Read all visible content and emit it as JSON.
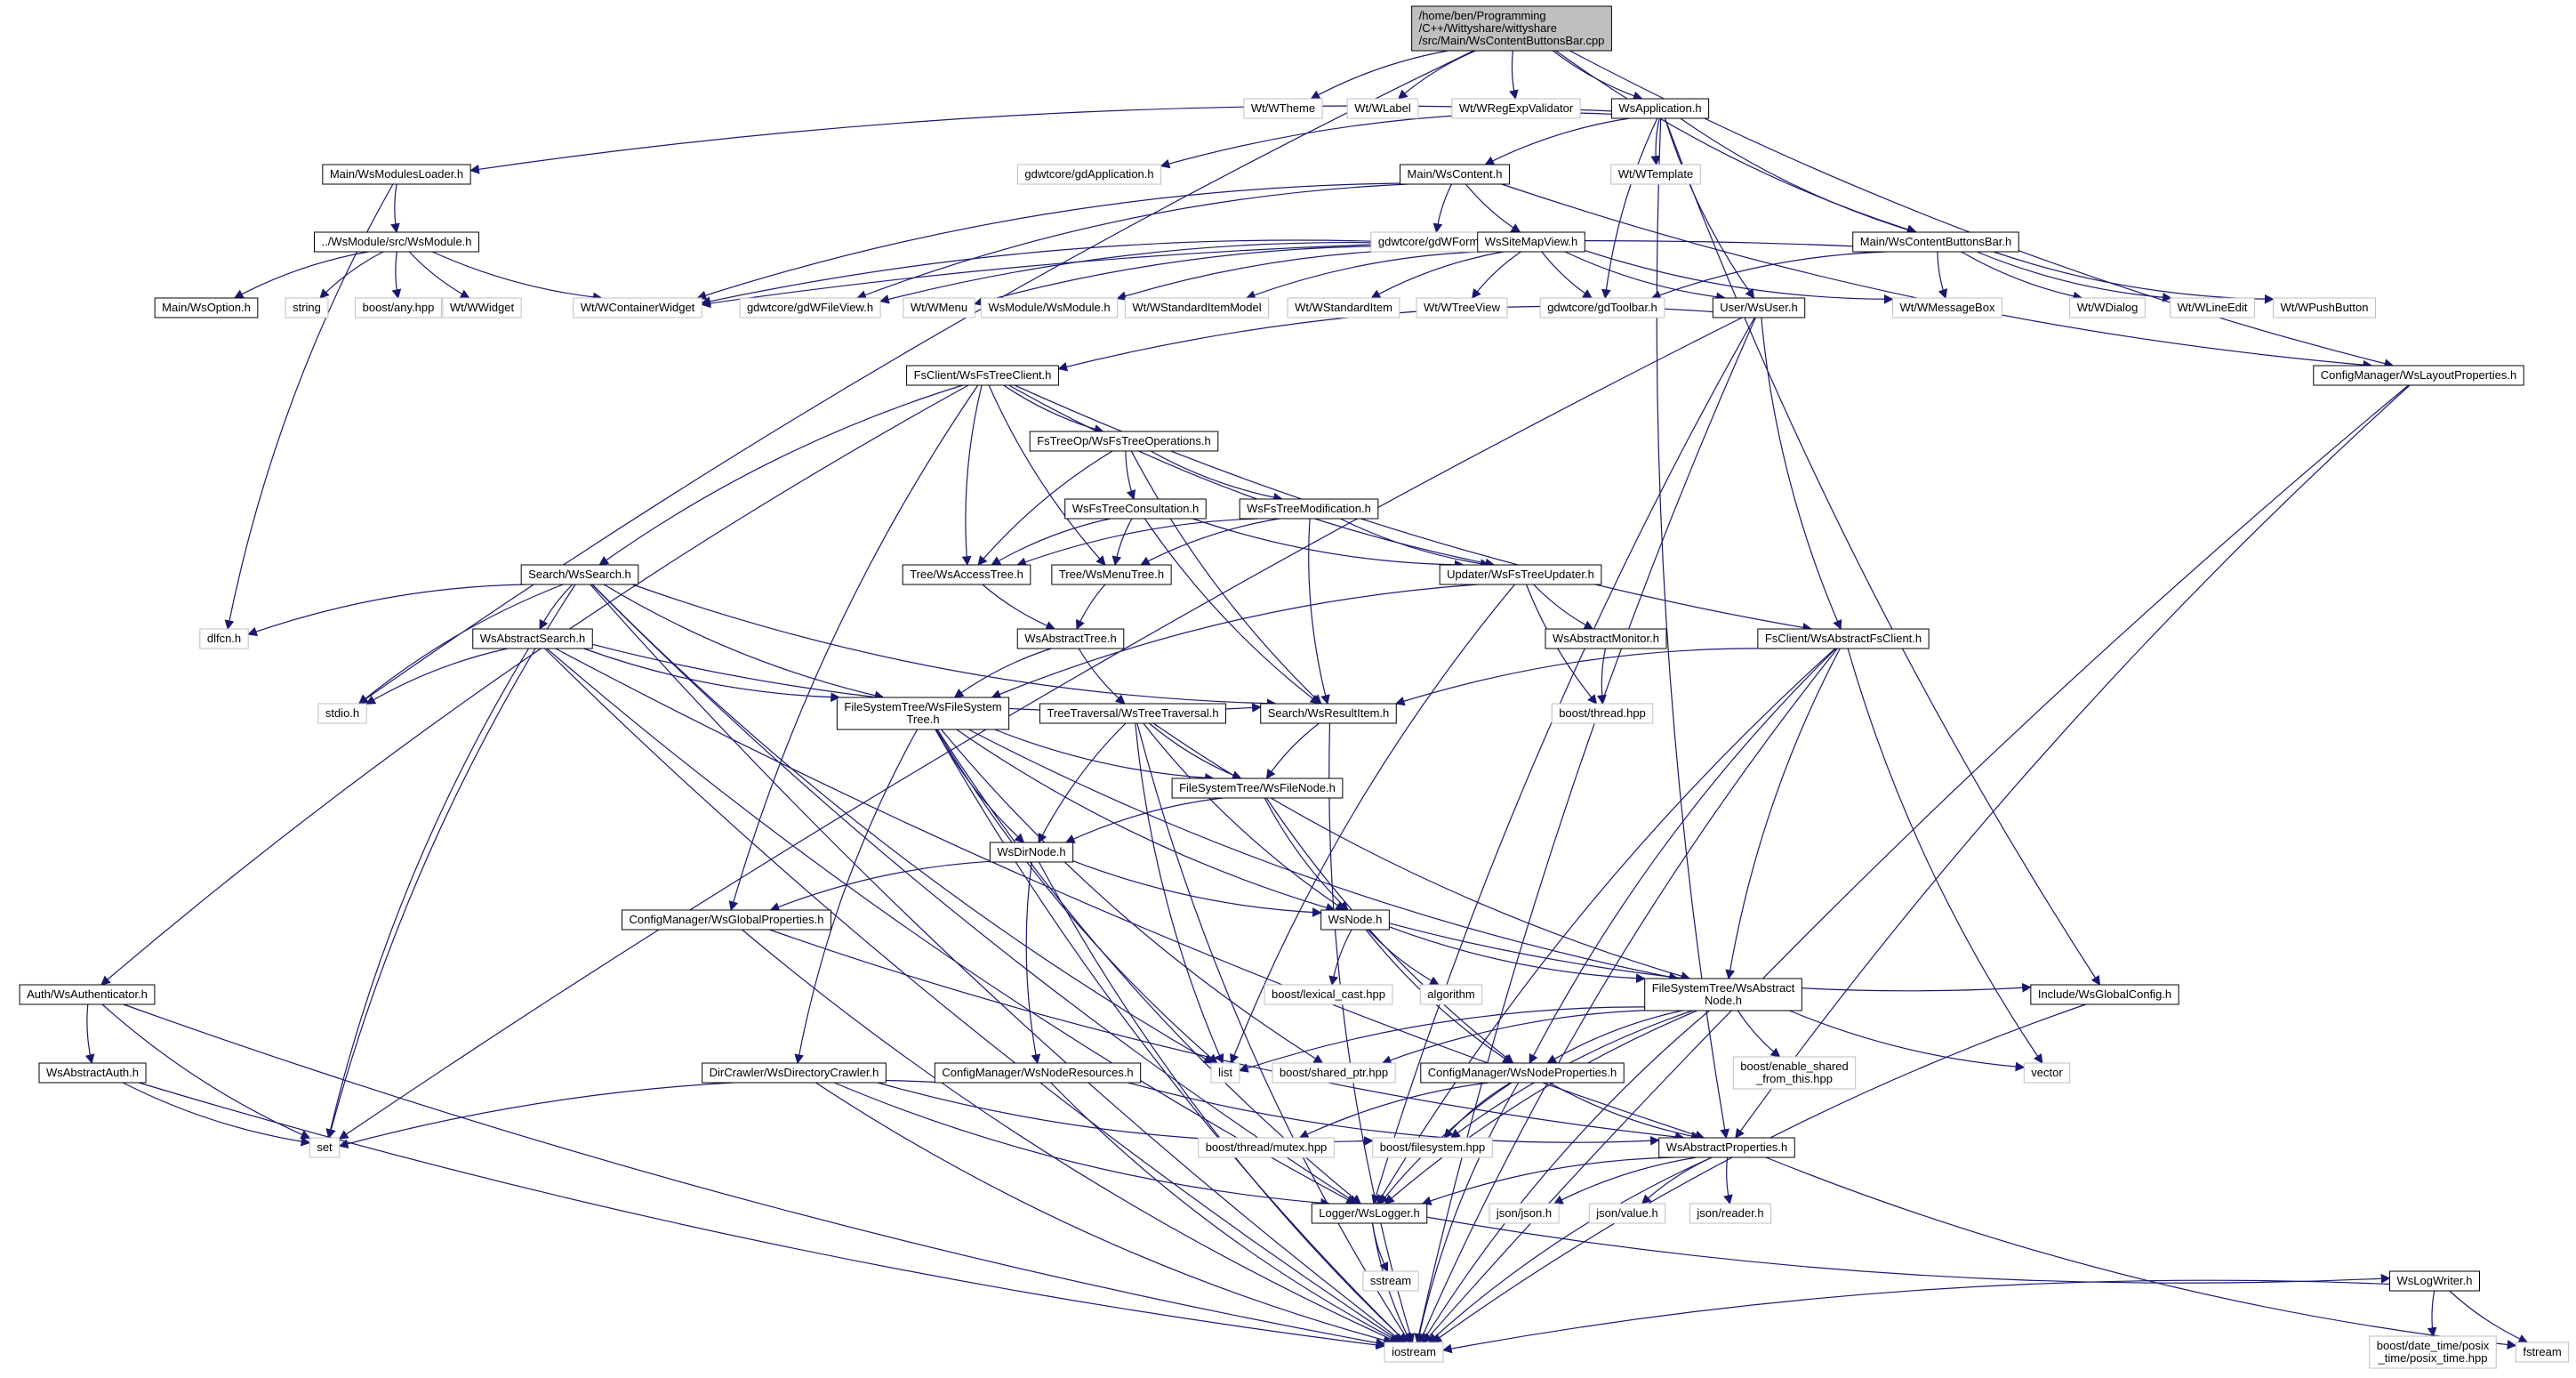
{
  "title": "",
  "colors": {
    "edge": "#191970",
    "node_border": "#000000",
    "external_border": "#bfbfbf",
    "root_fill": "#bfbfbf",
    "text": "#000000"
  },
  "nodes": [
    {
      "id": "root",
      "label": [
        "/home/ben/Programming",
        "/C++/Wittyshare/wittyshare",
        "/src/Main/WsContentButtonsBar.cpp"
      ],
      "kind": "root"
    },
    {
      "id": "wtheme",
      "label": [
        "Wt/WTheme"
      ],
      "kind": "ext"
    },
    {
      "id": "wlabel",
      "label": [
        "Wt/WLabel"
      ],
      "kind": "ext"
    },
    {
      "id": "wregexp",
      "label": [
        "Wt/WRegExpValidator"
      ],
      "kind": "ext"
    },
    {
      "id": "wsapp",
      "label": [
        "WsApplication.h"
      ],
      "kind": "int"
    },
    {
      "id": "modloader",
      "label": [
        "Main/WsModulesLoader.h"
      ],
      "kind": "int"
    },
    {
      "id": "gdapp",
      "label": [
        "gdwtcore/gdApplication.h"
      ],
      "kind": "ext"
    },
    {
      "id": "wscontent",
      "label": [
        "Main/WsContent.h"
      ],
      "kind": "int"
    },
    {
      "id": "wtemplate",
      "label": [
        "Wt/WTemplate"
      ],
      "kind": "ext"
    },
    {
      "id": "wscbb",
      "label": [
        "Main/WsContentButtonsBar.h"
      ],
      "kind": "int"
    },
    {
      "id": "wsmodule",
      "label": [
        "../WsModule/src/WsModule.h"
      ],
      "kind": "int"
    },
    {
      "id": "gdwform",
      "label": [
        "gdwtcore/gdWForm.h"
      ],
      "kind": "ext"
    },
    {
      "id": "sitemap",
      "label": [
        "WsSiteMapView.h"
      ],
      "kind": "int"
    },
    {
      "id": "wsoption",
      "label": [
        "Main/WsOption.h"
      ],
      "kind": "int"
    },
    {
      "id": "string",
      "label": [
        "string"
      ],
      "kind": "ext"
    },
    {
      "id": "boostany",
      "label": [
        "boost/any.hpp"
      ],
      "kind": "ext"
    },
    {
      "id": "wwidget",
      "label": [
        "Wt/WWidget"
      ],
      "kind": "ext"
    },
    {
      "id": "wcontainer",
      "label": [
        "Wt/WContainerWidget"
      ],
      "kind": "ext"
    },
    {
      "id": "gdfileview",
      "label": [
        "gdwtcore/gdWFileView.h"
      ],
      "kind": "ext"
    },
    {
      "id": "wmenu",
      "label": [
        "Wt/WMenu"
      ],
      "kind": "ext"
    },
    {
      "id": "wsmodmod",
      "label": [
        "WsModule/WsModule.h"
      ],
      "kind": "ext"
    },
    {
      "id": "wsim",
      "label": [
        "Wt/WStandardItemModel"
      ],
      "kind": "ext"
    },
    {
      "id": "wsi",
      "label": [
        "Wt/WStandardItem"
      ],
      "kind": "ext"
    },
    {
      "id": "wtreeview",
      "label": [
        "Wt/WTreeView"
      ],
      "kind": "ext"
    },
    {
      "id": "gdtoolbar",
      "label": [
        "gdwtcore/gdToolbar.h"
      ],
      "kind": "ext"
    },
    {
      "id": "wsuser",
      "label": [
        "User/WsUser.h"
      ],
      "kind": "int"
    },
    {
      "id": "wmsgbox",
      "label": [
        "Wt/WMessageBox"
      ],
      "kind": "ext"
    },
    {
      "id": "wdialog",
      "label": [
        "Wt/WDialog"
      ],
      "kind": "ext"
    },
    {
      "id": "wlineedit",
      "label": [
        "Wt/WLineEdit"
      ],
      "kind": "ext"
    },
    {
      "id": "wpushbtn",
      "label": [
        "Wt/WPushButton"
      ],
      "kind": "ext"
    },
    {
      "id": "layoutprops",
      "label": [
        "ConfigManager/WsLayoutProperties.h"
      ],
      "kind": "int"
    },
    {
      "id": "fstreeclient",
      "label": [
        "FsClient/WsFsTreeClient.h"
      ],
      "kind": "int"
    },
    {
      "id": "fstreeops",
      "label": [
        "FsTreeOp/WsFsTreeOperations.h"
      ],
      "kind": "int"
    },
    {
      "id": "fsconsult",
      "label": [
        "WsFsTreeConsultation.h"
      ],
      "kind": "int"
    },
    {
      "id": "fsmodif",
      "label": [
        "WsFsTreeModification.h"
      ],
      "kind": "int"
    },
    {
      "id": "accesstree",
      "label": [
        "Tree/WsAccessTree.h"
      ],
      "kind": "int"
    },
    {
      "id": "menutree",
      "label": [
        "Tree/WsMenuTree.h"
      ],
      "kind": "int"
    },
    {
      "id": "updater",
      "label": [
        "Updater/WsFsTreeUpdater.h"
      ],
      "kind": "int"
    },
    {
      "id": "search",
      "label": [
        "Search/WsSearch.h"
      ],
      "kind": "int"
    },
    {
      "id": "dlfcn",
      "label": [
        "dlfcn.h"
      ],
      "kind": "ext"
    },
    {
      "id": "abstractsearch",
      "label": [
        "WsAbstractSearch.h"
      ],
      "kind": "int"
    },
    {
      "id": "abstracttree",
      "label": [
        "WsAbstractTree.h"
      ],
      "kind": "int"
    },
    {
      "id": "absmonitor",
      "label": [
        "WsAbstractMonitor.h"
      ],
      "kind": "int"
    },
    {
      "id": "absfsclient",
      "label": [
        "FsClient/WsAbstractFsClient.h"
      ],
      "kind": "int"
    },
    {
      "id": "stdio",
      "label": [
        "stdio.h"
      ],
      "kind": "ext"
    },
    {
      "id": "fstree",
      "label": [
        "FileSystemTree/WsFileSystem",
        "Tree.h"
      ],
      "kind": "int"
    },
    {
      "id": "treetrav",
      "label": [
        "TreeTraversal/WsTreeTraversal.h"
      ],
      "kind": "int"
    },
    {
      "id": "resultitem",
      "label": [
        "Search/WsResultItem.h"
      ],
      "kind": "int"
    },
    {
      "id": "boostthread",
      "label": [
        "boost/thread.hpp"
      ],
      "kind": "ext"
    },
    {
      "id": "filenode",
      "label": [
        "FileSystemTree/WsFileNode.h"
      ],
      "kind": "int"
    },
    {
      "id": "dirnode",
      "label": [
        "WsDirNode.h"
      ],
      "kind": "int"
    },
    {
      "id": "globalprops",
      "label": [
        "ConfigManager/WsGlobalProperties.h"
      ],
      "kind": "int"
    },
    {
      "id": "wsnode",
      "label": [
        "WsNode.h"
      ],
      "kind": "int"
    },
    {
      "id": "authent",
      "label": [
        "Auth/WsAuthenticator.h"
      ],
      "kind": "int"
    },
    {
      "id": "lexcast",
      "label": [
        "boost/lexical_cast.hpp"
      ],
      "kind": "ext"
    },
    {
      "id": "algorithm",
      "label": [
        "algorithm"
      ],
      "kind": "ext"
    },
    {
      "id": "absnode",
      "label": [
        "FileSystemTree/WsAbstract",
        "Node.h"
      ],
      "kind": "int"
    },
    {
      "id": "globalconfig",
      "label": [
        "Include/WsGlobalConfig.h"
      ],
      "kind": "int"
    },
    {
      "id": "absauth",
      "label": [
        "WsAbstractAuth.h"
      ],
      "kind": "int"
    },
    {
      "id": "dircrawler",
      "label": [
        "DirCrawler/WsDirectoryCrawler.h"
      ],
      "kind": "int"
    },
    {
      "id": "noderes",
      "label": [
        "ConfigManager/WsNodeResources.h"
      ],
      "kind": "int"
    },
    {
      "id": "list",
      "label": [
        "list"
      ],
      "kind": "ext"
    },
    {
      "id": "sharedptr",
      "label": [
        "boost/shared_ptr.hpp"
      ],
      "kind": "ext"
    },
    {
      "id": "nodeprops",
      "label": [
        "ConfigManager/WsNodeProperties.h"
      ],
      "kind": "int"
    },
    {
      "id": "enableshared",
      "label": [
        "boost/enable_shared",
        "_from_this.hpp"
      ],
      "kind": "ext"
    },
    {
      "id": "vector",
      "label": [
        "vector"
      ],
      "kind": "ext"
    },
    {
      "id": "set",
      "label": [
        "set"
      ],
      "kind": "ext"
    },
    {
      "id": "mutex",
      "label": [
        "boost/thread/mutex.hpp"
      ],
      "kind": "ext"
    },
    {
      "id": "filesystem",
      "label": [
        "boost/filesystem.hpp"
      ],
      "kind": "ext"
    },
    {
      "id": "absprops",
      "label": [
        "WsAbstractProperties.h"
      ],
      "kind": "int"
    },
    {
      "id": "jsonjson",
      "label": [
        "json/json.h"
      ],
      "kind": "ext"
    },
    {
      "id": "jsonvalue",
      "label": [
        "json/value.h"
      ],
      "kind": "ext"
    },
    {
      "id": "jsonreader",
      "label": [
        "json/reader.h"
      ],
      "kind": "ext"
    },
    {
      "id": "logger",
      "label": [
        "Logger/WsLogger.h"
      ],
      "kind": "int"
    },
    {
      "id": "sstream",
      "label": [
        "sstream"
      ],
      "kind": "ext"
    },
    {
      "id": "logwriter",
      "label": [
        "WsLogWriter.h"
      ],
      "kind": "int"
    },
    {
      "id": "posixtime",
      "label": [
        "boost/date_time/posix",
        "_time/posix_time.hpp"
      ],
      "kind": "ext"
    },
    {
      "id": "fstream",
      "label": [
        "fstream"
      ],
      "kind": "ext"
    },
    {
      "id": "iostream",
      "label": [
        "iostream"
      ],
      "kind": "ext"
    }
  ],
  "edges": [
    [
      "root",
      "wtheme"
    ],
    [
      "root",
      "wlabel"
    ],
    [
      "root",
      "wregexp"
    ],
    [
      "root",
      "wsapp"
    ],
    [
      "root",
      "wscbb"
    ],
    [
      "root",
      "layoutprops"
    ],
    [
      "root",
      "stdio"
    ],
    [
      "wsapp",
      "modloader"
    ],
    [
      "wsapp",
      "gdapp"
    ],
    [
      "wsapp",
      "wscontent"
    ],
    [
      "wsapp",
      "wtemplate"
    ],
    [
      "wsapp",
      "wscbb"
    ],
    [
      "wsapp",
      "wsuser"
    ],
    [
      "wsapp",
      "gdtoolbar"
    ],
    [
      "wsapp",
      "globalconfig"
    ],
    [
      "wsapp",
      "absprops"
    ],
    [
      "modloader",
      "wsmodule"
    ],
    [
      "modloader",
      "dlfcn"
    ],
    [
      "wsmodule",
      "wsoption"
    ],
    [
      "wsmodule",
      "string"
    ],
    [
      "wsmodule",
      "boostany"
    ],
    [
      "wsmodule",
      "wwidget"
    ],
    [
      "wsmodule",
      "wcontainer"
    ],
    [
      "wscontent",
      "gdwform"
    ],
    [
      "wscontent",
      "sitemap"
    ],
    [
      "wscontent",
      "wcontainer"
    ],
    [
      "wscontent",
      "gdfileview"
    ],
    [
      "wscontent",
      "layoutprops"
    ],
    [
      "sitemap",
      "wcontainer"
    ],
    [
      "sitemap",
      "gdfileview"
    ],
    [
      "sitemap",
      "wmenu"
    ],
    [
      "sitemap",
      "wsmodmod"
    ],
    [
      "sitemap",
      "wsim"
    ],
    [
      "sitemap",
      "wsi"
    ],
    [
      "sitemap",
      "wtreeview"
    ],
    [
      "sitemap",
      "gdtoolbar"
    ],
    [
      "sitemap",
      "wsuser"
    ],
    [
      "sitemap",
      "wmsgbox"
    ],
    [
      "wscbb",
      "wcontainer"
    ],
    [
      "wscbb",
      "gdtoolbar"
    ],
    [
      "wscbb",
      "wmsgbox"
    ],
    [
      "wscbb",
      "wdialog"
    ],
    [
      "wscbb",
      "wlineedit"
    ],
    [
      "wscbb",
      "wpushbtn"
    ],
    [
      "wsuser",
      "fstreeclient"
    ],
    [
      "wsuser",
      "absfsclient"
    ],
    [
      "wsuser",
      "set"
    ],
    [
      "wsuser",
      "logger"
    ],
    [
      "wsuser",
      "iostream"
    ],
    [
      "layoutprops",
      "absprops"
    ],
    [
      "layoutprops",
      "iostream"
    ],
    [
      "fstreeclient",
      "fstreeops"
    ],
    [
      "fstreeclient",
      "accesstree"
    ],
    [
      "fstreeclient",
      "menutree"
    ],
    [
      "fstreeclient",
      "updater"
    ],
    [
      "fstreeclient",
      "search"
    ],
    [
      "fstreeclient",
      "absfsclient"
    ],
    [
      "fstreeclient",
      "authent"
    ],
    [
      "fstreeclient",
      "globalprops"
    ],
    [
      "fstreeops",
      "fsconsult"
    ],
    [
      "fstreeops",
      "fsmodif"
    ],
    [
      "fstreeops",
      "accesstree"
    ],
    [
      "fstreeops",
      "resultitem"
    ],
    [
      "fsconsult",
      "accesstree"
    ],
    [
      "fsconsult",
      "menutree"
    ],
    [
      "fsconsult",
      "updater"
    ],
    [
      "fsconsult",
      "resultitem"
    ],
    [
      "fsmodif",
      "accesstree"
    ],
    [
      "fsmodif",
      "menutree"
    ],
    [
      "fsmodif",
      "updater"
    ],
    [
      "fsmodif",
      "resultitem"
    ],
    [
      "accesstree",
      "abstracttree"
    ],
    [
      "menutree",
      "abstracttree"
    ],
    [
      "updater",
      "absmonitor"
    ],
    [
      "updater",
      "boostthread"
    ],
    [
      "updater",
      "fstree"
    ],
    [
      "updater",
      "list"
    ],
    [
      "absmonitor",
      "boostthread"
    ],
    [
      "search",
      "dlfcn"
    ],
    [
      "search",
      "abstractsearch"
    ],
    [
      "search",
      "stdio"
    ],
    [
      "search",
      "set"
    ],
    [
      "search",
      "fstree"
    ],
    [
      "search",
      "resultitem"
    ],
    [
      "search",
      "list"
    ],
    [
      "search",
      "logger"
    ],
    [
      "search",
      "iostream"
    ],
    [
      "abstractsearch",
      "stdio"
    ],
    [
      "abstractsearch",
      "set"
    ],
    [
      "abstractsearch",
      "fstree"
    ],
    [
      "abstractsearch",
      "resultitem"
    ],
    [
      "abstractsearch",
      "logger"
    ],
    [
      "abstractsearch",
      "absprops"
    ],
    [
      "abstractsearch",
      "iostream"
    ],
    [
      "abstracttree",
      "fstree"
    ],
    [
      "abstracttree",
      "treetrav"
    ],
    [
      "absfsclient",
      "resultitem"
    ],
    [
      "absfsclient",
      "absnode"
    ],
    [
      "absfsclient",
      "nodeprops"
    ],
    [
      "absfsclient",
      "vector"
    ],
    [
      "absfsclient",
      "logger"
    ],
    [
      "absfsclient",
      "iostream"
    ],
    [
      "fstree",
      "filenode"
    ],
    [
      "fstree",
      "dirnode"
    ],
    [
      "fstree",
      "wsnode"
    ],
    [
      "fstree",
      "dircrawler"
    ],
    [
      "fstree",
      "absnode"
    ],
    [
      "fstree",
      "sharedptr"
    ],
    [
      "fstree",
      "logger"
    ],
    [
      "fstree",
      "list"
    ],
    [
      "fstree",
      "iostream"
    ],
    [
      "treetrav",
      "filenode"
    ],
    [
      "treetrav",
      "dirnode"
    ],
    [
      "treetrav",
      "wsnode"
    ],
    [
      "treetrav",
      "absnode"
    ],
    [
      "treetrav",
      "list"
    ],
    [
      "treetrav",
      "iostream"
    ],
    [
      "resultitem",
      "filenode"
    ],
    [
      "resultitem",
      "iostream"
    ],
    [
      "filenode",
      "dirnode"
    ],
    [
      "filenode",
      "wsnode"
    ],
    [
      "filenode",
      "nodeprops"
    ],
    [
      "dirnode",
      "globalprops"
    ],
    [
      "dirnode",
      "wsnode"
    ],
    [
      "dirnode",
      "noderes"
    ],
    [
      "dirnode",
      "iostream"
    ],
    [
      "globalprops",
      "absprops"
    ],
    [
      "globalprops",
      "iostream"
    ],
    [
      "wsnode",
      "lexcast"
    ],
    [
      "wsnode",
      "algorithm"
    ],
    [
      "wsnode",
      "absnode"
    ],
    [
      "wsnode",
      "globalconfig"
    ],
    [
      "wsnode",
      "nodeprops"
    ],
    [
      "absnode",
      "list"
    ],
    [
      "absnode",
      "sharedptr"
    ],
    [
      "absnode",
      "nodeprops"
    ],
    [
      "absnode",
      "enableshared"
    ],
    [
      "absnode",
      "vector"
    ],
    [
      "absnode",
      "filesystem"
    ],
    [
      "absnode",
      "logger"
    ],
    [
      "absnode",
      "iostream"
    ],
    [
      "authent",
      "absauth"
    ],
    [
      "authent",
      "set"
    ],
    [
      "authent",
      "iostream"
    ],
    [
      "absauth",
      "set"
    ],
    [
      "absauth",
      "iostream"
    ],
    [
      "dircrawler",
      "filesystem"
    ],
    [
      "dircrawler",
      "logger"
    ],
    [
      "dircrawler",
      "iostream"
    ],
    [
      "noderes",
      "set"
    ],
    [
      "noderes",
      "absprops"
    ],
    [
      "noderes",
      "iostream"
    ],
    [
      "nodeprops",
      "mutex"
    ],
    [
      "nodeprops",
      "filesystem"
    ],
    [
      "nodeprops",
      "absprops"
    ],
    [
      "nodeprops",
      "logger"
    ],
    [
      "nodeprops",
      "iostream"
    ],
    [
      "globalconfig",
      "iostream"
    ],
    [
      "absprops",
      "jsonjson"
    ],
    [
      "absprops",
      "jsonvalue"
    ],
    [
      "absprops",
      "jsonreader"
    ],
    [
      "absprops",
      "logger"
    ],
    [
      "absprops",
      "fstream"
    ],
    [
      "absprops",
      "iostream"
    ],
    [
      "logger",
      "sstream"
    ],
    [
      "logger",
      "logwriter"
    ],
    [
      "logger",
      "iostream"
    ],
    [
      "logwriter",
      "posixtime"
    ],
    [
      "logwriter",
      "fstream"
    ],
    [
      "logwriter",
      "iostream"
    ]
  ]
}
